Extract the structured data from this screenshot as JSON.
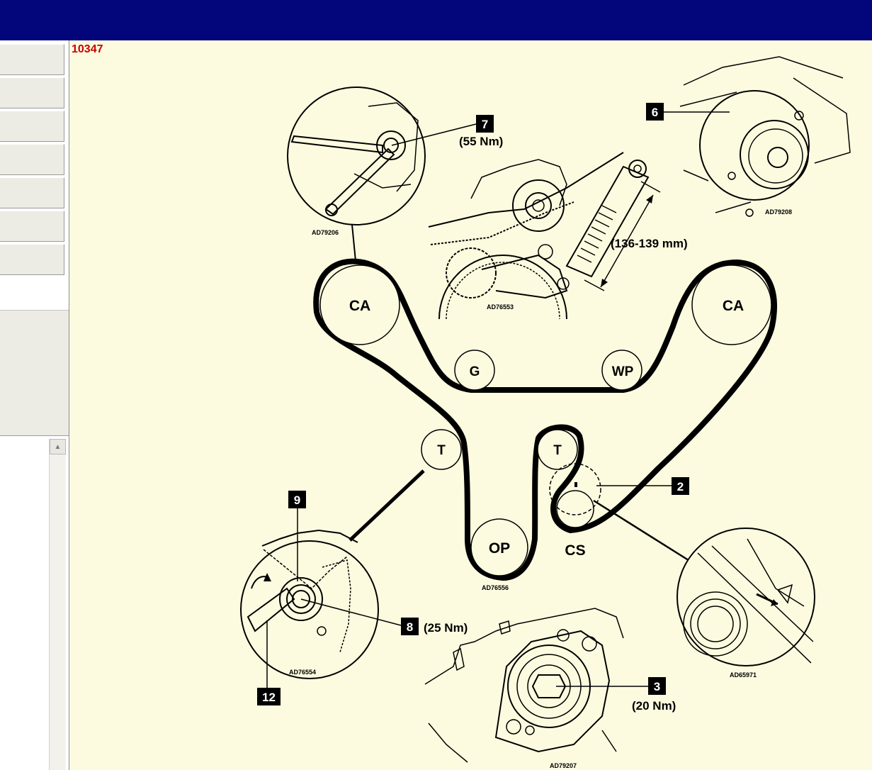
{
  "window": {
    "title": ""
  },
  "document": {
    "id": "10347"
  },
  "sidebar": {
    "buttons": [
      "",
      "",
      "",
      "",
      "",
      "",
      ""
    ],
    "scroll_up": "▲"
  },
  "pulleys": {
    "ca_left": "CA",
    "ca_right": "CA",
    "g": "G",
    "wp": "WP",
    "t_left": "T",
    "t_right": "T",
    "op": "OP",
    "cs": "CS"
  },
  "callouts": {
    "c7": "7",
    "c7_torque": "(55 Nm)",
    "c6": "6",
    "c2": "2",
    "c9": "9",
    "c8": "8",
    "c8_torque": "(25 Nm)",
    "c12": "12",
    "c3": "3",
    "c3_torque": "(20 Nm)",
    "tensioner_len": "(136-139 mm)"
  },
  "figure_refs": {
    "ad79206": "AD79206",
    "ad79208": "AD79208",
    "ad76553": "AD76553",
    "ad76556": "AD76556",
    "ad76554": "AD76554",
    "ad65971": "AD65971",
    "ad79207": "AD79207"
  },
  "colors": {
    "titlebar": "#02067a",
    "background": "#fdfbdf",
    "doc_id": "#c80000"
  }
}
